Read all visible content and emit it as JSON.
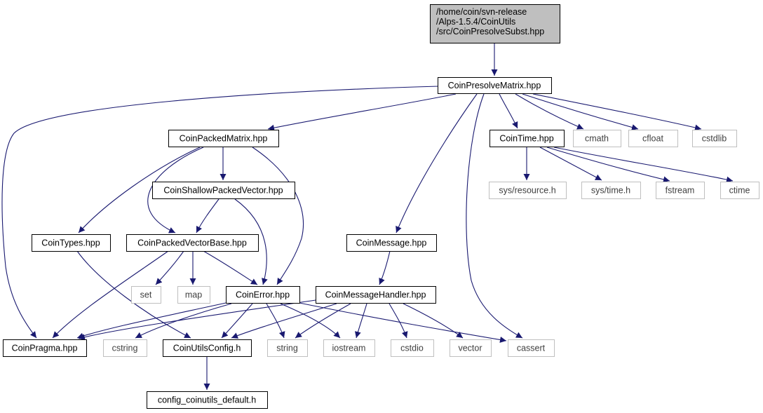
{
  "colors": {
    "edge": "#191970",
    "root_fill": "#bfbfbf",
    "node_border": "#000000",
    "system_border": "#bfbfbf",
    "system_text": "#404040"
  },
  "nodes": [
    {
      "id": "root",
      "kind": "root",
      "lines": [
        "/home/coin/svn-release",
        "/Alps-1.5.4/CoinUtils",
        "/src/CoinPresolveSubst.hpp"
      ]
    },
    {
      "id": "presolve_matrix",
      "kind": "doc",
      "lines": [
        "CoinPresolveMatrix.hpp"
      ]
    },
    {
      "id": "packed_matrix",
      "kind": "doc",
      "lines": [
        "CoinPackedMatrix.hpp"
      ]
    },
    {
      "id": "cmath",
      "kind": "sys",
      "lines": [
        "cmath"
      ]
    },
    {
      "id": "cfloat",
      "kind": "sys",
      "lines": [
        "cfloat"
      ]
    },
    {
      "id": "cstdlib",
      "kind": "sys",
      "lines": [
        "cstdlib"
      ]
    },
    {
      "id": "coin_time",
      "kind": "doc",
      "lines": [
        "CoinTime.hpp"
      ]
    },
    {
      "id": "shallow_vector",
      "kind": "doc",
      "lines": [
        "CoinShallowPackedVector.hpp"
      ]
    },
    {
      "id": "sys_resource",
      "kind": "sys",
      "lines": [
        "sys/resource.h"
      ]
    },
    {
      "id": "sys_time",
      "kind": "sys",
      "lines": [
        "sys/time.h"
      ]
    },
    {
      "id": "fstream",
      "kind": "sys",
      "lines": [
        "fstream"
      ]
    },
    {
      "id": "ctime",
      "kind": "sys",
      "lines": [
        "ctime"
      ]
    },
    {
      "id": "coin_types",
      "kind": "doc",
      "lines": [
        "CoinTypes.hpp"
      ]
    },
    {
      "id": "vector_base",
      "kind": "doc",
      "lines": [
        "CoinPackedVectorBase.hpp"
      ]
    },
    {
      "id": "coin_message",
      "kind": "doc",
      "lines": [
        "CoinMessage.hpp"
      ]
    },
    {
      "id": "set",
      "kind": "sys",
      "lines": [
        "set"
      ]
    },
    {
      "id": "map",
      "kind": "sys",
      "lines": [
        "map"
      ]
    },
    {
      "id": "coin_error",
      "kind": "doc",
      "lines": [
        "CoinError.hpp"
      ]
    },
    {
      "id": "message_handler",
      "kind": "doc",
      "lines": [
        "CoinMessageHandler.hpp"
      ]
    },
    {
      "id": "coin_pragma",
      "kind": "doc",
      "lines": [
        "CoinPragma.hpp"
      ]
    },
    {
      "id": "cstring",
      "kind": "sys",
      "lines": [
        "cstring"
      ]
    },
    {
      "id": "utils_config",
      "kind": "doc",
      "lines": [
        "CoinUtilsConfig.h"
      ]
    },
    {
      "id": "string",
      "kind": "sys",
      "lines": [
        "string"
      ]
    },
    {
      "id": "iostream",
      "kind": "sys",
      "lines": [
        "iostream"
      ]
    },
    {
      "id": "cstdio",
      "kind": "sys",
      "lines": [
        "cstdio"
      ]
    },
    {
      "id": "vector",
      "kind": "sys",
      "lines": [
        "vector"
      ]
    },
    {
      "id": "cassert",
      "kind": "sys",
      "lines": [
        "cassert"
      ]
    },
    {
      "id": "config_default",
      "kind": "doc",
      "lines": [
        "config_coinutils_default.h"
      ]
    }
  ],
  "edges": [
    {
      "from": "root",
      "to": "presolve_matrix"
    },
    {
      "from": "presolve_matrix",
      "to": "coin_pragma"
    },
    {
      "from": "presolve_matrix",
      "to": "packed_matrix"
    },
    {
      "from": "presolve_matrix",
      "to": "coin_message"
    },
    {
      "from": "presolve_matrix",
      "to": "cassert"
    },
    {
      "from": "presolve_matrix",
      "to": "coin_time"
    },
    {
      "from": "presolve_matrix",
      "to": "cmath"
    },
    {
      "from": "presolve_matrix",
      "to": "cfloat"
    },
    {
      "from": "presolve_matrix",
      "to": "cstdlib"
    },
    {
      "from": "packed_matrix",
      "to": "coin_types"
    },
    {
      "from": "packed_matrix",
      "to": "vector_base"
    },
    {
      "from": "packed_matrix",
      "to": "shallow_vector"
    },
    {
      "from": "packed_matrix",
      "to": "coin_error"
    },
    {
      "from": "coin_time",
      "to": "sys_resource"
    },
    {
      "from": "coin_time",
      "to": "sys_time"
    },
    {
      "from": "coin_time",
      "to": "fstream"
    },
    {
      "from": "coin_time",
      "to": "ctime"
    },
    {
      "from": "shallow_vector",
      "to": "vector_base"
    },
    {
      "from": "shallow_vector",
      "to": "coin_error"
    },
    {
      "from": "coin_types",
      "to": "utils_config"
    },
    {
      "from": "vector_base",
      "to": "coin_pragma"
    },
    {
      "from": "vector_base",
      "to": "set"
    },
    {
      "from": "vector_base",
      "to": "map"
    },
    {
      "from": "vector_base",
      "to": "coin_error"
    },
    {
      "from": "coin_message",
      "to": "message_handler"
    },
    {
      "from": "coin_error",
      "to": "coin_pragma"
    },
    {
      "from": "coin_error",
      "to": "cstring"
    },
    {
      "from": "coin_error",
      "to": "utils_config"
    },
    {
      "from": "coin_error",
      "to": "string"
    },
    {
      "from": "coin_error",
      "to": "iostream"
    },
    {
      "from": "coin_error",
      "to": "cassert"
    },
    {
      "from": "message_handler",
      "to": "coin_pragma"
    },
    {
      "from": "message_handler",
      "to": "utils_config"
    },
    {
      "from": "message_handler",
      "to": "string"
    },
    {
      "from": "message_handler",
      "to": "iostream"
    },
    {
      "from": "message_handler",
      "to": "cstdio"
    },
    {
      "from": "message_handler",
      "to": "vector"
    },
    {
      "from": "utils_config",
      "to": "config_default"
    }
  ]
}
